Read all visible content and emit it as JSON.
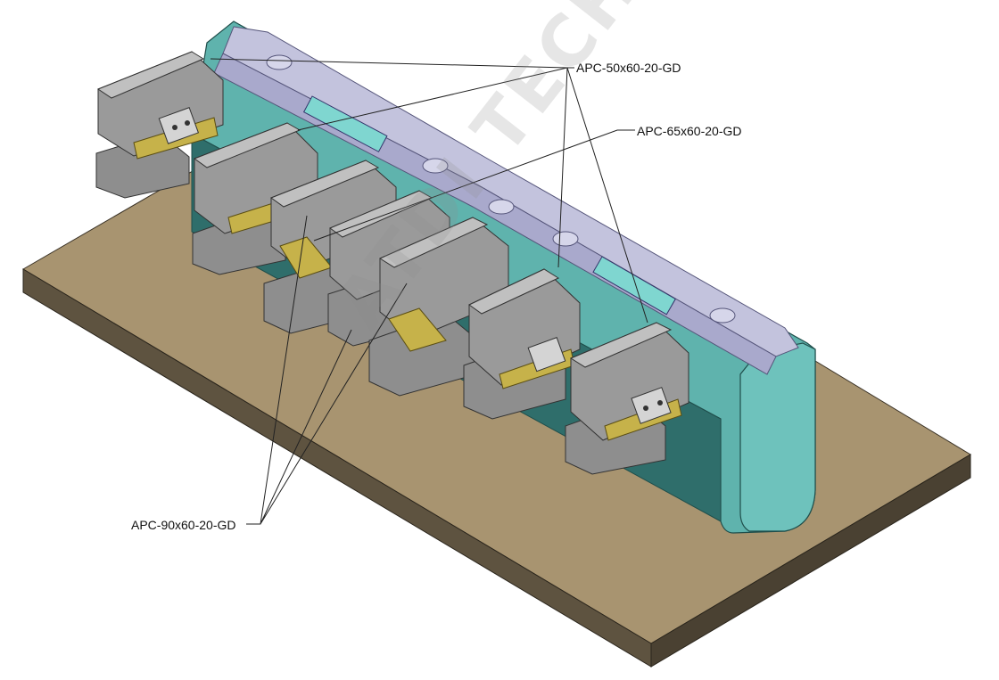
{
  "callouts": {
    "apc_50": "APC-50x60-20-GD",
    "apc_65": "APC-65x60-20-GD",
    "apc_90": "APC-90x60-20-GD"
  },
  "watermark": "ATDI TECH.",
  "colors": {
    "baseplate_top": "#a89470",
    "baseplate_side": "#5e5340",
    "fixture_teal": "#5fb3ad",
    "fixture_teal_dark": "#2f6e6b",
    "part_lavender": "#c3c3dd",
    "clamp_gray": "#8e8e8e",
    "clamp_light": "#bdbdbd",
    "brass": "#c6b24a",
    "leader": "#222222"
  }
}
